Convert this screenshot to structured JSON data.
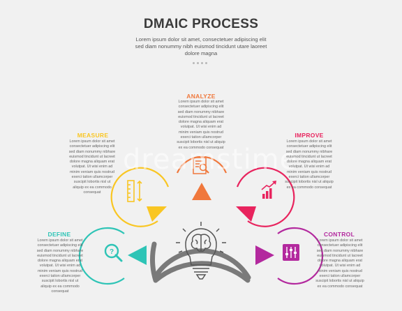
{
  "header": {
    "title": "DMAIC PROCESS",
    "subtitle": "Lorem ipsum dolor sit amet, consectetuer adipiscing elit sed diam nonummy nibh euismod tincidunt utare laoreet dolore magna"
  },
  "steps": [
    {
      "title": "DEFINE",
      "color": "#2ec4b6",
      "icon": "magnifier-question-icon",
      "body": "Lorem ipsum dolor sit amet consectetuer adipiscing elit sed diam nonummy nibhare euismod tincidunt ut lacreet dolore magna aliquam erat volutpat. Ut wisi enim ad minim veniam quis nostrud exerci tation ullamcorper suscipit lobortis nisl ut aliquip ex ea commodo consequat"
    },
    {
      "title": "MEASURE",
      "color": "#f9c623",
      "icon": "ruler-icon",
      "body": "Lorem ipsum dolor sit amet consectetuer adipiscing elit sed diam nonummy nibhare euismod tincidunt ut lacreet dolore magna aliquam erat volutpat. Ut wisi enim ad minim veniam quis nostrud exerci tation ullamcorper suscipit lobortis nisl ut aliquip ex ea commodo consequat"
    },
    {
      "title": "ANALYZE",
      "color": "#f0783c",
      "icon": "document-search-icon",
      "body": "Lorem ipsum dolor sit amet consectetuer adipiscing elit sed diam nonummy nibhare euismod tincidunt ut lacreet dolore magna aliquam erat volutpat. Ut wisi enim ad minim veniam quis nostrud exerci tation ullamcorper suscipit lobortis nisl ut aliquip ex ea commodo consequat"
    },
    {
      "title": "IMPROVE",
      "color": "#e8245e",
      "icon": "growth-chart-icon",
      "body": "Lorem ipsum dolor sit amet consectetuer adipiscing elit sed diam nonummy nibhare euismod tincidunt ut lacreet dolore magna aliquam erat volutpat. Ut wisi enim ad minim veniam quis nostrud exerci tation ullamcorper suscipit lobortis nisl ut aliquip ex ea commodo consequat"
    },
    {
      "title": "CONTROL",
      "color": "#b3299e",
      "icon": "sliders-icon",
      "body": "Lorem ipsum dolor sit amet consectetuer adipiscing elit sed diam nonummy nibhare euismod tincidunt ut lacreet dolore magna aliquam erat volutpat. Ut wisi enim ad minim veniam quis nostrud exerci tation ullamcorper suscipit lobortis nisl ut aliquip ex ea commodo consequat"
    }
  ],
  "center": {
    "icon": "lightbulb-brain-icon",
    "arc_color": "#7a7a7a"
  },
  "watermark": {
    "text": "dreamstime"
  }
}
